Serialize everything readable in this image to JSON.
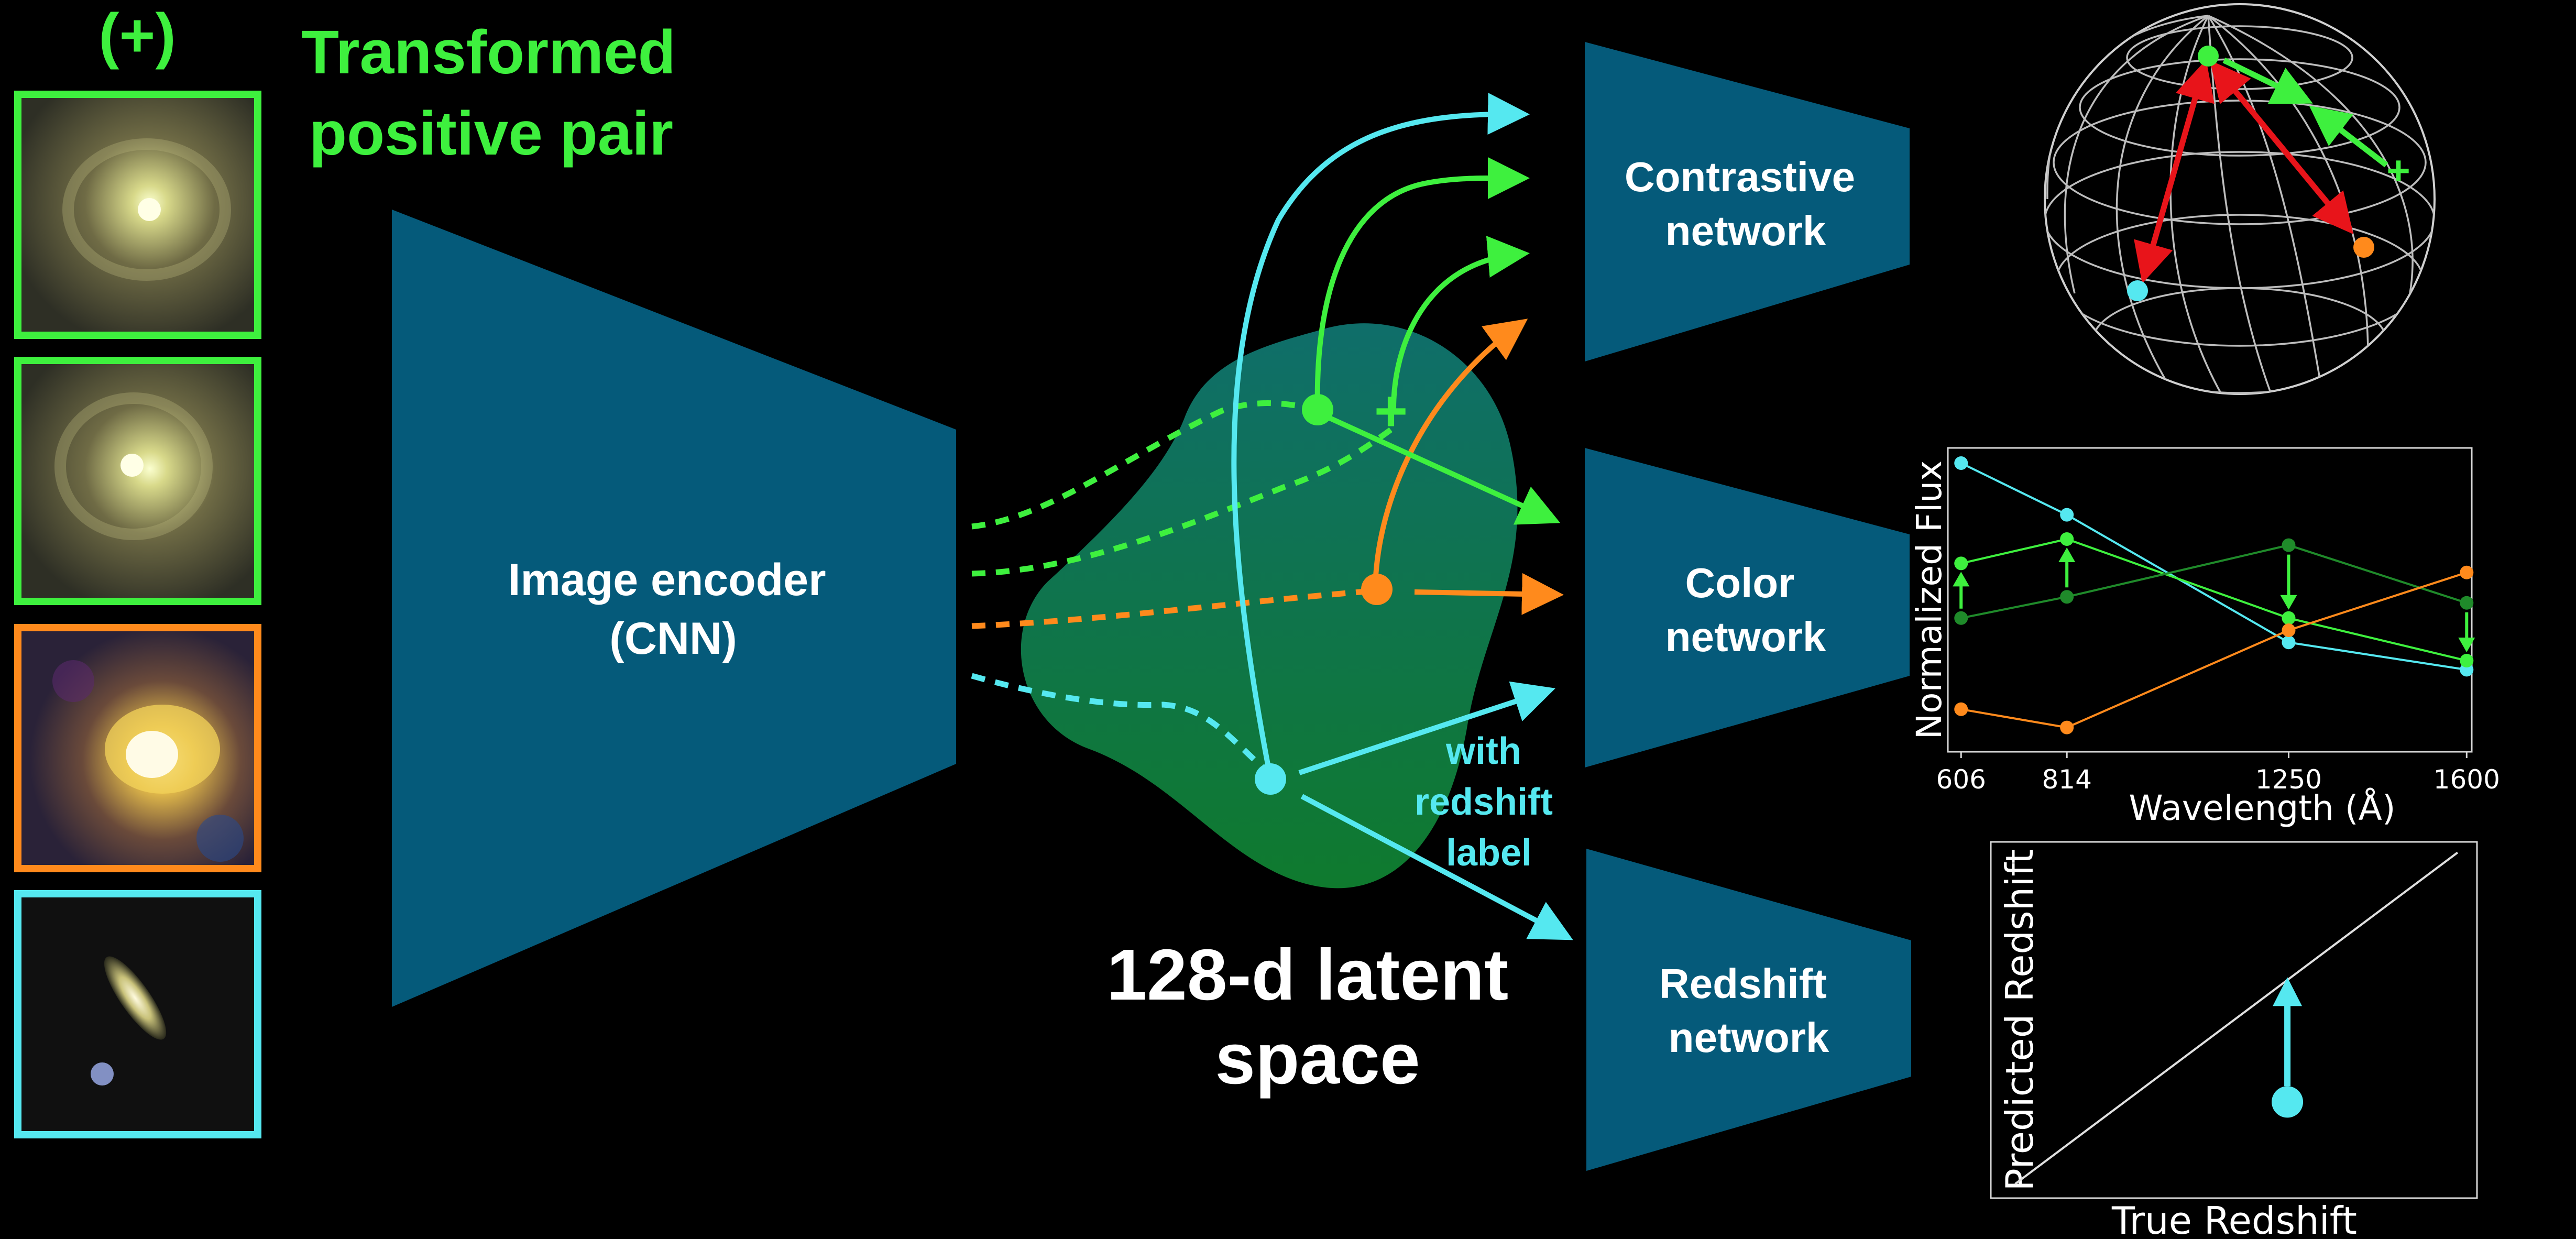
{
  "colors": {
    "background": "#000000",
    "network_block": "#055a7a",
    "green": "#3ef03e",
    "dark_green": "#1f8a2a",
    "cyan": "#55e8f0",
    "orange": "#ff8a1c",
    "red": "#e8141a",
    "latent_blob_top": "#0f6e6a",
    "latent_blob_bottom": "#0f7a2e"
  },
  "left_panel": {
    "positive_marker": "(+)",
    "transformed_title": "Transformed positive pair",
    "thumbnails": [
      {
        "name": "galaxy-spiral-a",
        "border": "green"
      },
      {
        "name": "galaxy-spiral-b",
        "border": "green"
      },
      {
        "name": "galaxy-compact",
        "border": "orange"
      },
      {
        "name": "galaxy-edge-on",
        "border": "cyan"
      }
    ]
  },
  "encoder": {
    "label_line1": "Image encoder",
    "label_line2": "(CNN)"
  },
  "latent": {
    "label_line1": "128-d latent",
    "label_line2": "space",
    "plus_marker": "+",
    "redshift_note_line1": "with",
    "redshift_note_line2": "redshift",
    "redshift_note_line3": "label"
  },
  "networks": {
    "contrastive_line1": "Contrastive",
    "contrastive_line2": "network",
    "color_line1": "Color",
    "color_line2": "network",
    "redshift_line1": "Redshift",
    "redshift_line2": "network"
  },
  "sphere": {
    "plus_marker": "+"
  },
  "chart_data": [
    {
      "type": "line",
      "title": "",
      "xlabel": "Wavelength (Å)",
      "ylabel": "Normalized Flux",
      "categories": [
        "606",
        "814",
        "1250",
        "1600"
      ],
      "x": [
        606,
        814,
        1250,
        1600
      ],
      "xlim": [
        580,
        1610
      ],
      "ylim": [
        0,
        1
      ],
      "grid": false,
      "series": [
        {
          "color": "cyan",
          "values": [
            0.95,
            0.78,
            0.36,
            0.27
          ]
        },
        {
          "color": "green",
          "values": [
            0.62,
            0.7,
            0.44,
            0.3
          ]
        },
        {
          "color": "dark_green",
          "values": [
            0.44,
            0.51,
            0.68,
            0.49
          ]
        },
        {
          "color": "orange",
          "values": [
            0.14,
            0.08,
            0.4,
            0.59
          ]
        }
      ],
      "arrows": [
        {
          "x": 606,
          "from": 0.44,
          "to": 0.62
        },
        {
          "x": 814,
          "from": 0.51,
          "to": 0.7
        },
        {
          "x": 1250,
          "from": 0.68,
          "to": 0.44
        },
        {
          "x": 1600,
          "from": 0.49,
          "to": 0.3
        }
      ]
    },
    {
      "type": "scatter",
      "title": "",
      "xlabel": "True Redshift",
      "ylabel": "Predicted Redshift",
      "xlim": [
        0,
        1
      ],
      "ylim": [
        0,
        1
      ],
      "grid": false,
      "identity_line": true,
      "points": [
        {
          "x": 0.61,
          "y": 0.27,
          "color": "cyan"
        }
      ],
      "arrow": {
        "x": 0.61,
        "from": 0.27,
        "to": 0.62
      }
    }
  ]
}
